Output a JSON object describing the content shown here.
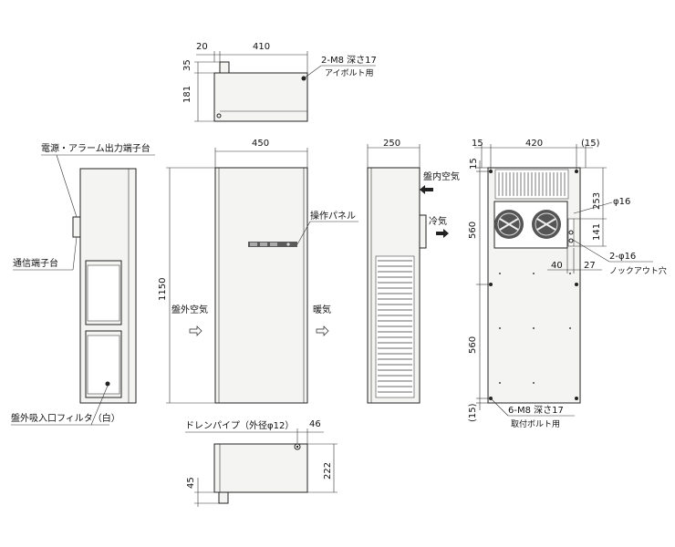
{
  "top_view": {
    "dim_left": "20",
    "dim_width": "410",
    "dim_height_top": "35",
    "dim_height": "181",
    "eyebolt_label": "2-M8 深さ17",
    "eyebolt_label2": "アイボルト用"
  },
  "side_view_left": {
    "terminal_power": "電源・アラーム出力端子台",
    "terminal_comm": "通信端子台",
    "filter_label": "盤外吸入口フィルタ（白）"
  },
  "front_view": {
    "dim_width": "450",
    "dim_height": "1150",
    "panel_label": "操作パネル",
    "outside_air": "盤外空気",
    "warm_air": "暖気"
  },
  "side_view_right": {
    "dim_width": "250",
    "inside_air": "盤内空気",
    "cold_air": "冷気"
  },
  "mount_view": {
    "dim_15_left": "15",
    "dim_420": "420",
    "dim_15_right": "(15)",
    "dim_15_top": "15",
    "dim_253": "253",
    "dim_phi16": "φ16",
    "dim_141": "141",
    "dim_40": "40",
    "dim_27": "27",
    "knockout_label": "2-φ16",
    "knockout_label2": "ノックアウト穴",
    "dim_560_top": "560",
    "dim_560_bottom": "560",
    "dim_15_bottom": "(15)",
    "bolt_label": "6-M8 深さ17",
    "bolt_label2": "取付ボルト用"
  },
  "bottom_view": {
    "drain_label": "ドレンパイプ（外径φ12）",
    "dim_46": "46",
    "dim_222": "222",
    "dim_45": "45"
  }
}
